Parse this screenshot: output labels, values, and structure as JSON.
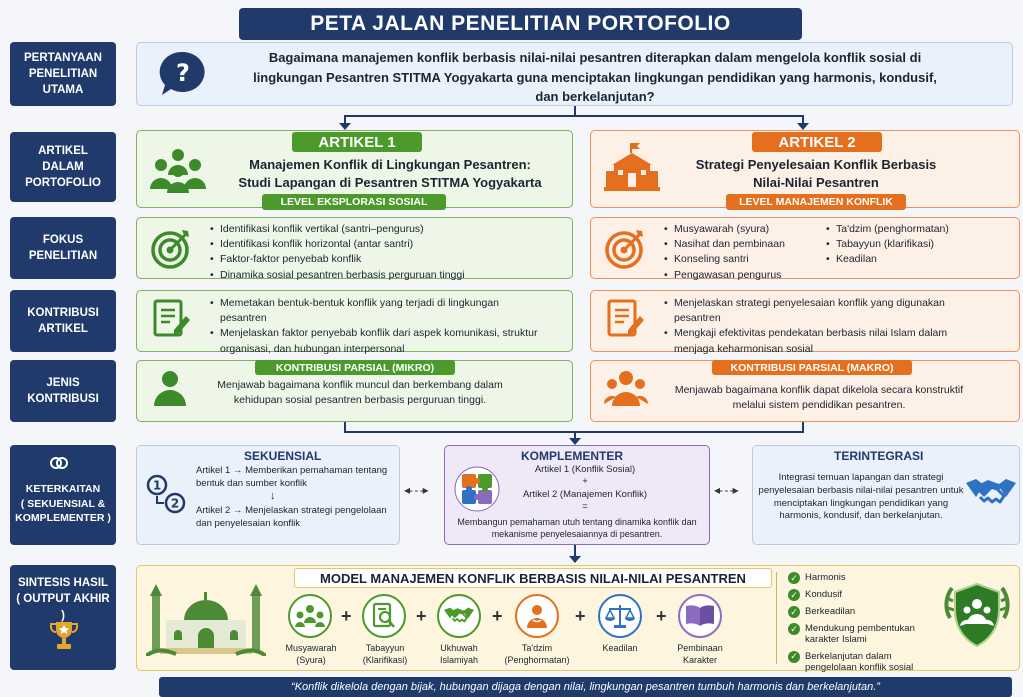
{
  "title": "PETA JALAN PENELITIAN PORTOFOLIO",
  "rows": {
    "question": "PERTANYAAN\nPENELITIAN\nUTAMA",
    "articles": "ARTIKEL\nDALAM\nPORTOFOLIO",
    "focus": "FOKUS\nPENELITIAN",
    "contribution": "KONTRIBUSI\nARTIKEL",
    "type": "JENIS\nKONTRIBUSI",
    "link": "KETERKAITAN\n( SEKUENSIAL &\nKOMPLEMENTER )",
    "synthesis": "SINTESIS HASIL\n( OUTPUT AKHIR )"
  },
  "question_text": "Bagaimana manajemen konflik berbasis nilai-nilai pesantren diterapkan dalam mengelola konflik sosial di lingkungan Pesantren STITMA Yogyakarta guna menciptakan lingkungan pendidikan yang harmonis, kondusif, dan berkelanjutan?",
  "article1": {
    "tag": "ARTIKEL 1",
    "title": "Manajemen Konflik di Lingkungan Pesantren:\nStudi Lapangan di Pesantren STITMA Yogyakarta",
    "level": "LEVEL EKSPLORASI SOSIAL",
    "focus": [
      "Identifikasi konflik vertikal (santri–pengurus)",
      "Identifikasi konflik horizontal (antar santri)",
      "Faktor-faktor penyebab konflik",
      "Dinamika sosial pesantren berbasis perguruan tinggi"
    ],
    "contribution": [
      "Memetakan bentuk-bentuk konflik yang terjadi di lingkungan pesantren",
      "Menjelaskan faktor penyebab konflik dari aspek komunikasi, struktur organisasi, dan hubungan interpersonal"
    ],
    "type_tag": "KONTRIBUSI PARSIAL (MIKRO)",
    "type_text": "Menjawab bagaimana konflik muncul dan berkembang dalam kehidupan sosial pesantren berbasis perguruan tinggi."
  },
  "article2": {
    "tag": "ARTIKEL 2",
    "title": "Strategi Penyelesaian Konflik Berbasis\nNilai-Nilai Pesantren",
    "level": "LEVEL MANAJEMEN KONFLIK",
    "focus_col1": [
      "Musyawarah (syura)",
      "Nasihat dan pembinaan",
      "Konseling santri",
      "Pengawasan pengurus"
    ],
    "focus_col2": [
      "Ta'dzim (penghormatan)",
      "Tabayyun (klarifikasi)",
      "Keadilan"
    ],
    "contribution": [
      "Menjelaskan strategi penyelesaian konflik yang digunakan pesantren",
      "Mengkaji efektivitas pendekatan berbasis nilai Islam dalam menjaga keharmonisan sosial"
    ],
    "type_tag": "KONTRIBUSI PARSIAL (MAKRO)",
    "type_text": "Menjawab bagaimana konflik dapat dikelola secara konstruktif melalui sistem pendidikan pesantren."
  },
  "link": {
    "sequential": {
      "title": "SEKUENSIAL",
      "a1": "Artikel 1",
      "a1_text": "Memberikan pemahaman tentang bentuk dan sumber konflik",
      "a2": "Artikel 2",
      "a2_text": "Menjelaskan strategi pengelolaan dan penyelesaian konflik"
    },
    "complementary": {
      "title": "KOMPLEMENTER",
      "line1": "Artikel 1 (Konflik Sosial)",
      "plus": "+",
      "line2": "Artikel 2 (Manajemen Konflik)",
      "eq": "=",
      "result": "Membangun pemahaman utuh tentang dinamika konflik dan mekanisme penyelesaiannya di pesantren."
    },
    "integrated": {
      "title": "TERINTEGRASI",
      "text": "Integrasi temuan lapangan dan strategi penyelesaian berbasis nilai-nilai pesantren untuk menciptakan lingkungan pendidikan yang harmonis, kondusif, dan berkelanjutan."
    }
  },
  "synthesis": {
    "title": "MODEL MANAJEMEN KONFLIK BERBASIS NILAI-NILAI PESANTREN",
    "items": [
      "Musyawarah\n(Syura)",
      "Tabayyun\n(Klarifikasi)",
      "Ukhuwah\nIslamiyah",
      "Ta'dzim\n(Penghormatan)",
      "Keadilan",
      "Pembinaan\nKarakter"
    ],
    "outcomes": [
      "Harmonis",
      "Kondusif",
      "Berkeadilan",
      "Mendukung pembentukan karakter Islami",
      "Berkelanjutan dalam pengelolaan konflik sosial"
    ]
  },
  "quote": "“Konflik dikelola dengan bijak, hubungan dijaga dengan nilai, lingkungan pesantren tumbuh harmonis dan berkelanjutan.”",
  "colors": {
    "navy": "#1f3a6b",
    "green": "#4d9a2c",
    "orange": "#e36f1f",
    "purple": "#8b6bbd"
  }
}
